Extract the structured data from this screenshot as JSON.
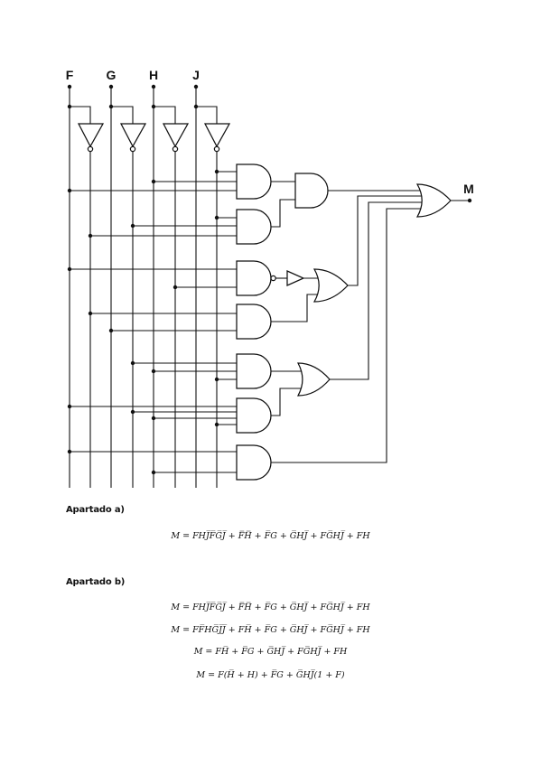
{
  "diagram": {
    "inputs": [
      {
        "label": "F"
      },
      {
        "label": "G"
      },
      {
        "label": "H"
      },
      {
        "label": "J"
      }
    ],
    "output": {
      "label": "M"
    }
  },
  "apartado_a": {
    "heading": "Apartado a)",
    "equations": [
      "M = FHJ̅F̅G̅J̅ + F̿H̿ + F̅G + G̅HJ̅ + FG̅HJ̅ + FH"
    ]
  },
  "apartado_b": {
    "heading": "Apartado b)",
    "equations": [
      "M = FHJ̅F̅G̅J̅ + F̿H̿ + F̅G + G̅HJ̅ + FG̅HJ̅ + FH",
      "M = FF̅HG̅J̅J̅ + FH̅ + F̅G + G̅HJ̅ + FG̅HJ̅ + FH",
      "M = FH̅ + F̅G + G̅HJ̅ + FG̅HJ̅ + FH",
      "M = F(H̅ + H) + F̅G + G̅HJ̅(1 + F)"
    ]
  }
}
